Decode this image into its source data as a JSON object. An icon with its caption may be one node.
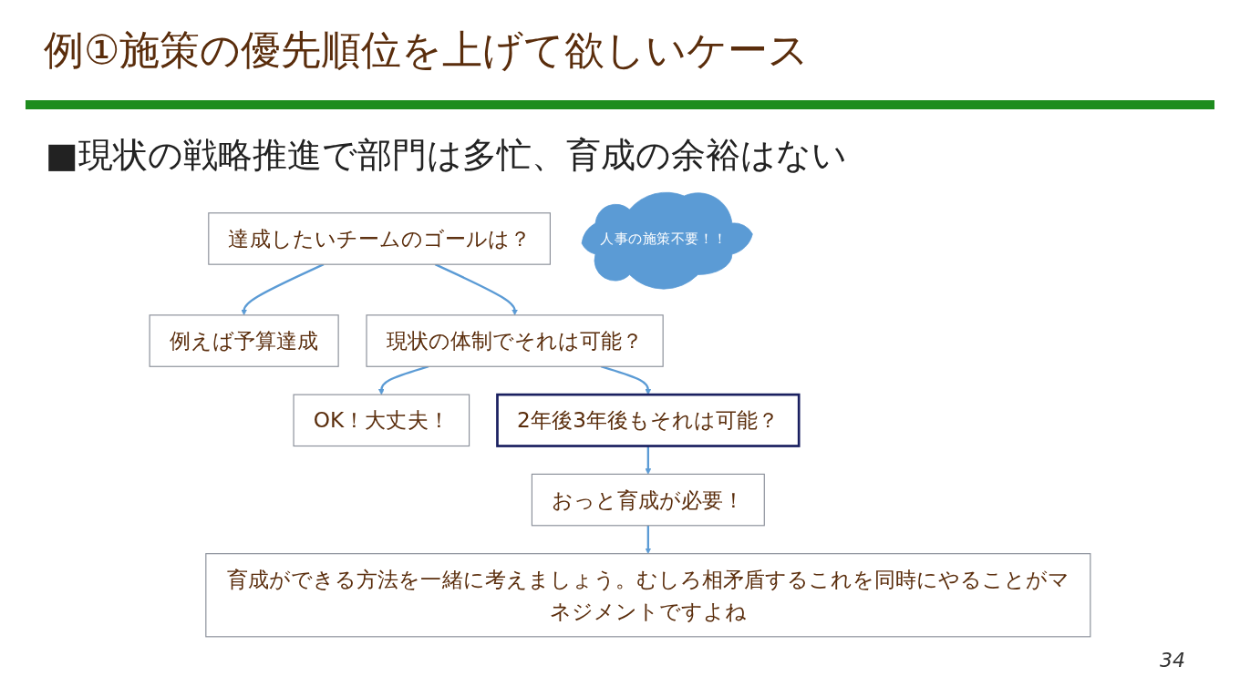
{
  "diagram": {
    "title": "例①施策の優先順位を上げて欲しいケース",
    "nodes": [
      {
        "text": [
          "達成したいチームのゴールは？"
        ]
      },
      {
        "text": [
          "例えば予算達成"
        ]
      },
      {
        "text": [
          "現状の体制でそれは可能？"
        ]
      },
      {
        "text": [
          "OK！大丈夫！"
        ]
      },
      {
        "text": [
          "人事の施策不要！！"
        ]
      },
      {
        "text": [
          "2年後3年後もそれは可能？"
        ]
      },
      {
        "text": [
          "おっと育成が必要！"
        ]
      },
      {
        "text": [
          "育成ができる方法を一緒に考えましょう。むしろ相矛盾するこれを同時にやることがマネジメントですよね"
        ]
      }
    ],
    "edges": [
      {
        "from": 0,
        "to": 1,
        "arrow": "to"
      },
      {
        "from": 0,
        "to": 2,
        "arrow": "to"
      },
      {
        "from": 2,
        "to": 3,
        "arrow": "to"
      },
      {
        "from": 2,
        "to": 5,
        "arrow": "to"
      },
      {
        "from": 5,
        "to": 6,
        "arrow": "to"
      },
      {
        "from": 6,
        "to": 7,
        "arrow": "to"
      }
    ],
    "labels": [
      "■現状の戦略推進で部門は多忙、育成の余裕はない",
      "34"
    ]
  }
}
